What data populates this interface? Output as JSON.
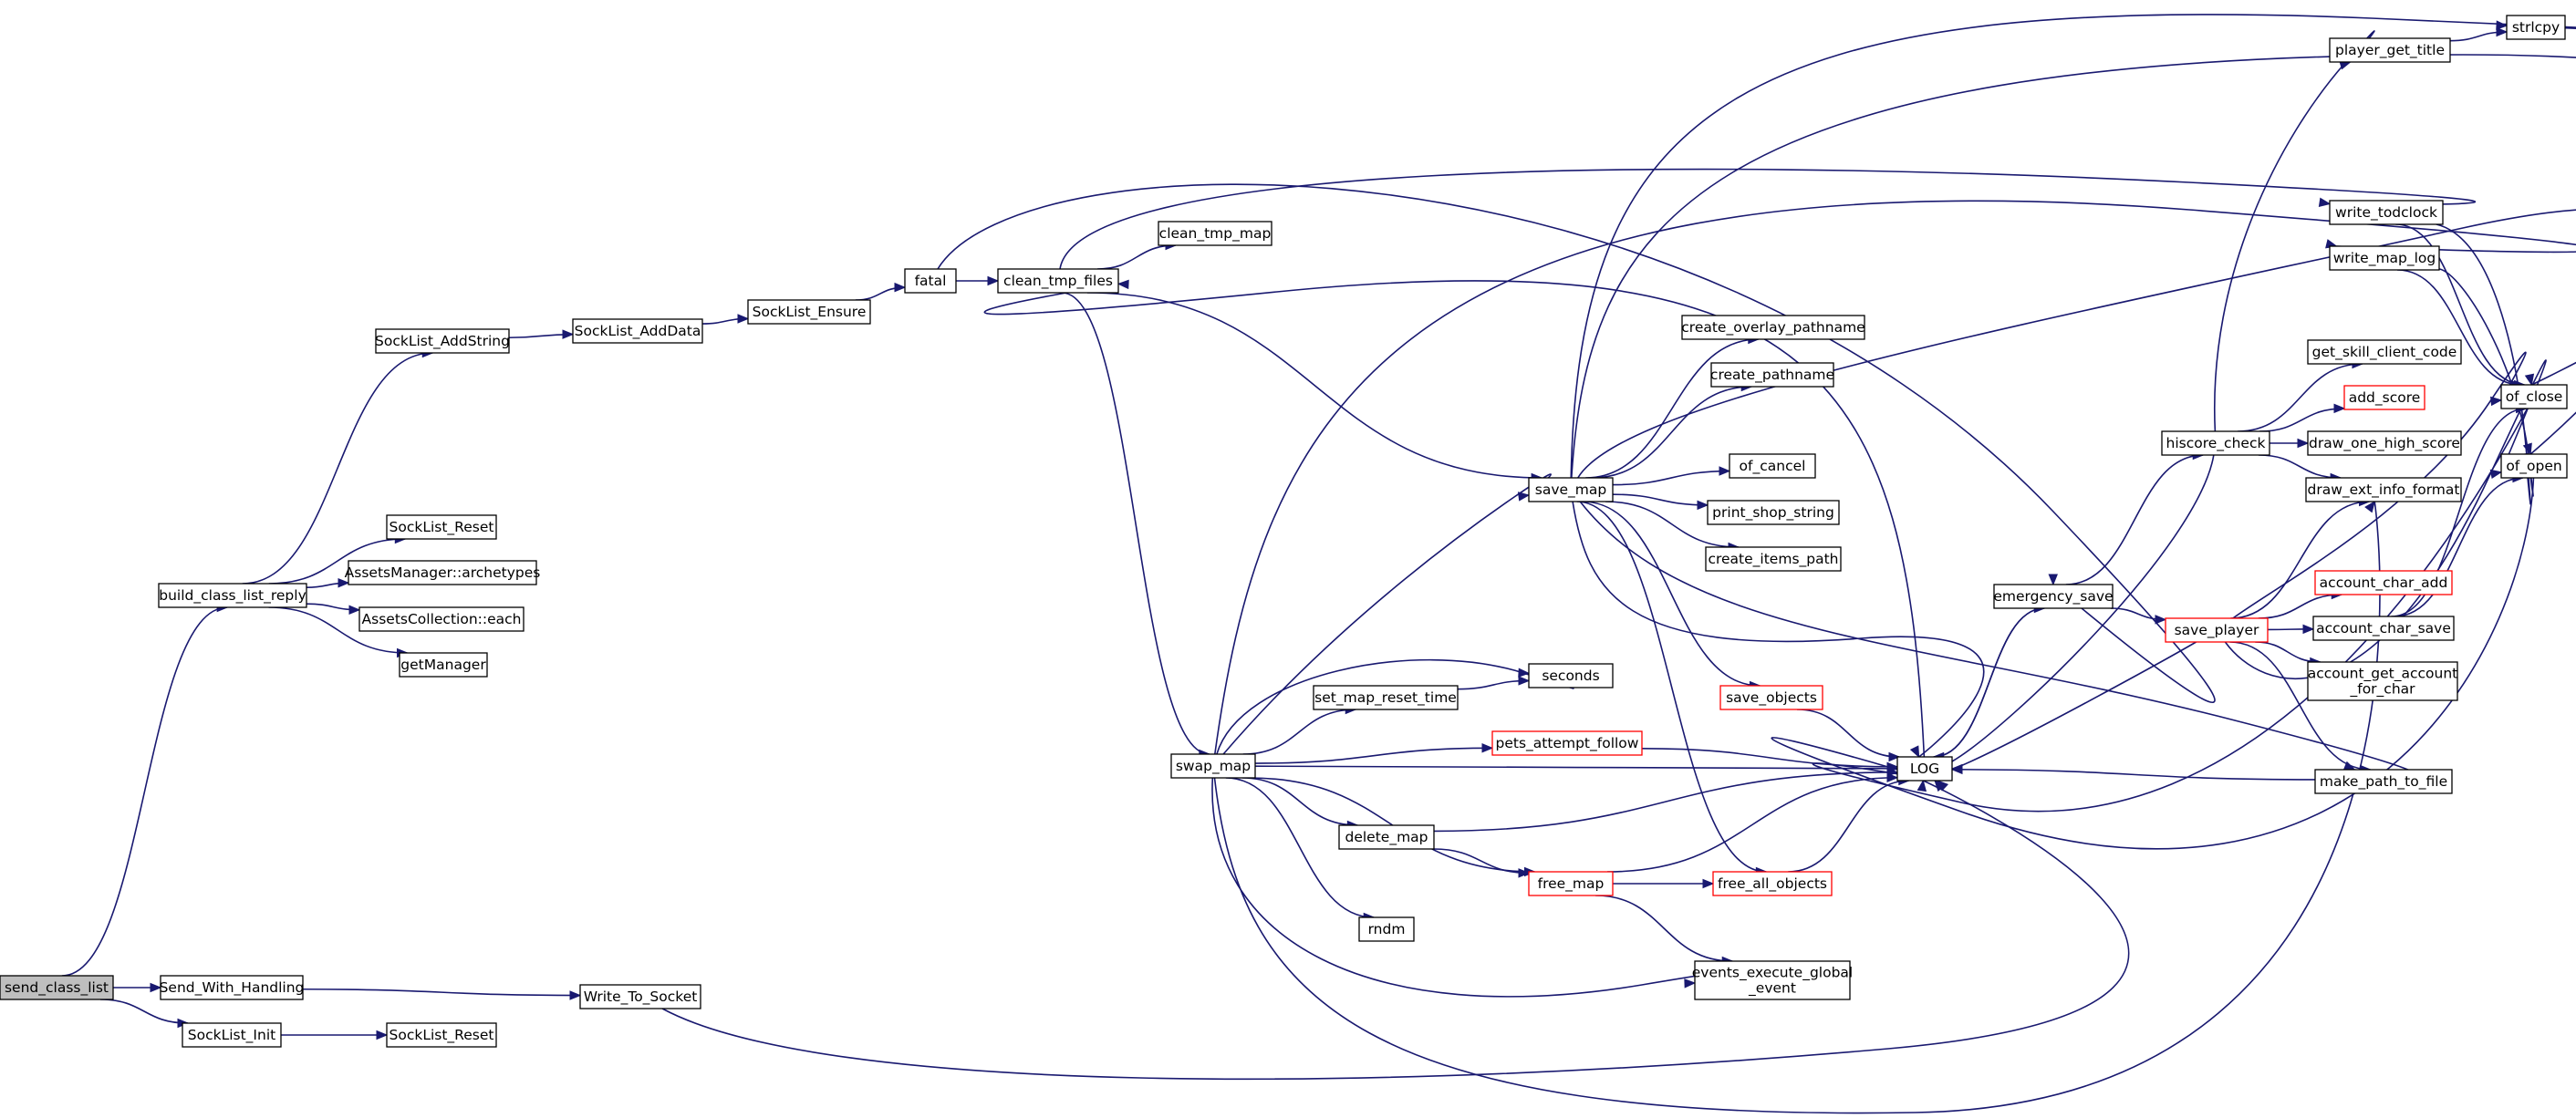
{
  "colors": {
    "edge": "#191970",
    "border_default": "#000000",
    "border_truncated": "#ff0000",
    "fill_root": "#bfbfbf",
    "fill_default": "#ffffff"
  },
  "nodes": [
    {
      "id": "send_class_list",
      "label": "send_class_list",
      "style": "root"
    },
    {
      "id": "build_class_list_reply",
      "label": "build_class_list_reply",
      "style": "normal"
    },
    {
      "id": "Send_With_Handling",
      "label": "Send_With_Handling",
      "style": "normal"
    },
    {
      "id": "SockList_Init",
      "label": "SockList_Init",
      "style": "normal"
    },
    {
      "id": "SockList_AddString",
      "label": "SockList_AddString",
      "style": "normal"
    },
    {
      "id": "SockList_Reset_a",
      "label": "SockList_Reset",
      "style": "normal"
    },
    {
      "id": "AssetsManager_archetypes",
      "label": "AssetsManager::archetypes",
      "style": "normal"
    },
    {
      "id": "AssetsCollection_each",
      "label": "AssetsCollection::each",
      "style": "normal"
    },
    {
      "id": "getManager",
      "label": "getManager",
      "style": "normal"
    },
    {
      "id": "SockList_Reset_b",
      "label": "SockList_Reset",
      "style": "normal"
    },
    {
      "id": "SockList_AddData",
      "label": "SockList_AddData",
      "style": "normal"
    },
    {
      "id": "SockList_Ensure",
      "label": "SockList_Ensure",
      "style": "normal"
    },
    {
      "id": "fatal",
      "label": "fatal",
      "style": "normal"
    },
    {
      "id": "clean_tmp_files",
      "label": "clean_tmp_files",
      "style": "normal"
    },
    {
      "id": "clean_tmp_map",
      "label": "clean_tmp_map",
      "style": "normal"
    },
    {
      "id": "Write_To_Socket",
      "label": "Write_To_Socket",
      "style": "normal"
    },
    {
      "id": "swap_map",
      "label": "swap_map",
      "style": "normal"
    },
    {
      "id": "save_map",
      "label": "save_map",
      "style": "normal"
    },
    {
      "id": "create_overlay_pathname",
      "label": "create_overlay_pathname",
      "style": "normal"
    },
    {
      "id": "create_pathname",
      "label": "create_pathname",
      "style": "normal"
    },
    {
      "id": "of_cancel",
      "label": "of_cancel",
      "style": "normal"
    },
    {
      "id": "print_shop_string",
      "label": "print_shop_string",
      "style": "normal"
    },
    {
      "id": "create_items_path",
      "label": "create_items_path",
      "style": "normal"
    },
    {
      "id": "seconds",
      "label": "seconds",
      "style": "normal"
    },
    {
      "id": "set_map_reset_time",
      "label": "set_map_reset_time",
      "style": "normal"
    },
    {
      "id": "save_objects",
      "label": "save_objects",
      "style": "truncated"
    },
    {
      "id": "pets_attempt_follow",
      "label": "pets_attempt_follow",
      "style": "truncated"
    },
    {
      "id": "delete_map",
      "label": "delete_map",
      "style": "normal"
    },
    {
      "id": "free_map",
      "label": "free_map",
      "style": "truncated"
    },
    {
      "id": "free_all_objects",
      "label": "free_all_objects",
      "style": "truncated"
    },
    {
      "id": "rndm",
      "label": "rndm",
      "style": "normal"
    },
    {
      "id": "events_execute_global_event",
      "label": "events_execute_global\n_event",
      "style": "normal"
    },
    {
      "id": "LOG",
      "label": "LOG",
      "style": "normal"
    },
    {
      "id": "emergency_save",
      "label": "emergency_save",
      "style": "normal"
    },
    {
      "id": "hiscore_check",
      "label": "hiscore_check",
      "style": "normal"
    },
    {
      "id": "save_player",
      "label": "save_player",
      "style": "truncated"
    },
    {
      "id": "player_get_title",
      "label": "player_get_title",
      "style": "normal"
    },
    {
      "id": "strlcpy",
      "label": "strlcpy",
      "style": "normal"
    },
    {
      "id": "write_todclock",
      "label": "write_todclock",
      "style": "normal"
    },
    {
      "id": "write_map_log",
      "label": "write_map_log",
      "style": "normal"
    },
    {
      "id": "get_skill_client_code",
      "label": "get_skill_client_code",
      "style": "normal"
    },
    {
      "id": "add_score",
      "label": "add_score",
      "style": "truncated"
    },
    {
      "id": "draw_one_high_score",
      "label": "draw_one_high_score",
      "style": "normal"
    },
    {
      "id": "draw_ext_info_format",
      "label": "draw_ext_info_format",
      "style": "normal"
    },
    {
      "id": "account_char_add",
      "label": "account_char_add",
      "style": "truncated"
    },
    {
      "id": "account_char_save",
      "label": "account_char_save",
      "style": "normal"
    },
    {
      "id": "account_get_account_for_char",
      "label": "account_get_account\n_for_char",
      "style": "normal"
    },
    {
      "id": "make_path_to_file",
      "label": "make_path_to_file",
      "style": "normal"
    },
    {
      "id": "of_close",
      "label": "of_close",
      "style": "normal"
    },
    {
      "id": "of_open",
      "label": "of_open",
      "style": "normal"
    }
  ],
  "edges": [
    [
      "send_class_list",
      "build_class_list_reply"
    ],
    [
      "send_class_list",
      "Send_With_Handling"
    ],
    [
      "send_class_list",
      "SockList_Init"
    ],
    [
      "build_class_list_reply",
      "SockList_AddString"
    ],
    [
      "build_class_list_reply",
      "SockList_Reset_a"
    ],
    [
      "build_class_list_reply",
      "AssetsManager_archetypes"
    ],
    [
      "build_class_list_reply",
      "AssetsCollection_each"
    ],
    [
      "build_class_list_reply",
      "getManager"
    ],
    [
      "SockList_Init",
      "SockList_Reset_b"
    ],
    [
      "Send_With_Handling",
      "Write_To_Socket"
    ],
    [
      "SockList_AddString",
      "SockList_AddData"
    ],
    [
      "SockList_AddData",
      "SockList_Ensure"
    ],
    [
      "SockList_Ensure",
      "fatal"
    ],
    [
      "fatal",
      "clean_tmp_files"
    ],
    [
      "fatal",
      "emergency_save"
    ],
    [
      "clean_tmp_files",
      "clean_tmp_map"
    ],
    [
      "clean_tmp_files",
      "swap_map"
    ],
    [
      "clean_tmp_files",
      "save_map"
    ],
    [
      "clean_tmp_files",
      "write_todclock"
    ],
    [
      "swap_map",
      "save_map"
    ],
    [
      "swap_map",
      "seconds"
    ],
    [
      "swap_map",
      "set_map_reset_time"
    ],
    [
      "swap_map",
      "pets_attempt_follow"
    ],
    [
      "swap_map",
      "LOG"
    ],
    [
      "swap_map",
      "delete_map"
    ],
    [
      "swap_map",
      "free_map"
    ],
    [
      "swap_map",
      "rndm"
    ],
    [
      "swap_map",
      "events_execute_global_event"
    ],
    [
      "swap_map",
      "write_map_log"
    ],
    [
      "swap_map",
      "draw_ext_info_format"
    ],
    [
      "set_map_reset_time",
      "seconds"
    ],
    [
      "pets_attempt_follow",
      "LOG"
    ],
    [
      "delete_map",
      "LOG"
    ],
    [
      "delete_map",
      "free_map"
    ],
    [
      "free_map",
      "free_all_objects"
    ],
    [
      "free_map",
      "LOG"
    ],
    [
      "free_map",
      "events_execute_global_event"
    ],
    [
      "free_all_objects",
      "LOG"
    ],
    [
      "save_map",
      "create_overlay_pathname"
    ],
    [
      "save_map",
      "create_pathname"
    ],
    [
      "save_map",
      "of_cancel"
    ],
    [
      "save_map",
      "print_shop_string"
    ],
    [
      "save_map",
      "create_items_path"
    ],
    [
      "save_map",
      "save_objects"
    ],
    [
      "save_map",
      "free_all_objects"
    ],
    [
      "save_map",
      "LOG"
    ],
    [
      "save_map",
      "strlcpy"
    ],
    [
      "save_map",
      "of_close"
    ],
    [
      "save_map",
      "of_open"
    ],
    [
      "save_map",
      "make_path_to_file"
    ],
    [
      "save_objects",
      "LOG"
    ],
    [
      "Write_To_Socket",
      "LOG"
    ],
    [
      "LOG",
      "clean_tmp_files"
    ],
    [
      "LOG",
      "emergency_save"
    ],
    [
      "emergency_save",
      "LOG"
    ],
    [
      "emergency_save",
      "hiscore_check"
    ],
    [
      "emergency_save",
      "save_player"
    ],
    [
      "hiscore_check",
      "LOG"
    ],
    [
      "hiscore_check",
      "player_get_title"
    ],
    [
      "hiscore_check",
      "get_skill_client_code"
    ],
    [
      "hiscore_check",
      "add_score"
    ],
    [
      "hiscore_check",
      "draw_one_high_score"
    ],
    [
      "hiscore_check",
      "draw_ext_info_format"
    ],
    [
      "player_get_title",
      "strlcpy"
    ],
    [
      "save_player",
      "LOG"
    ],
    [
      "save_player",
      "account_char_add"
    ],
    [
      "save_player",
      "account_char_save"
    ],
    [
      "save_player",
      "account_get_account_for_char"
    ],
    [
      "save_player",
      "make_path_to_file"
    ],
    [
      "save_player",
      "draw_ext_info_format"
    ],
    [
      "save_player",
      "of_close"
    ],
    [
      "save_player",
      "of_open"
    ],
    [
      "account_char_save",
      "of_close"
    ],
    [
      "account_char_save",
      "of_open"
    ],
    [
      "make_path_to_file",
      "LOG"
    ],
    [
      "write_todclock",
      "of_close"
    ],
    [
      "write_todclock",
      "of_open"
    ],
    [
      "write_map_log",
      "of_close"
    ],
    [
      "write_map_log",
      "of_open"
    ],
    [
      "of_close",
      "LOG"
    ],
    [
      "of_open",
      "LOG"
    ]
  ]
}
